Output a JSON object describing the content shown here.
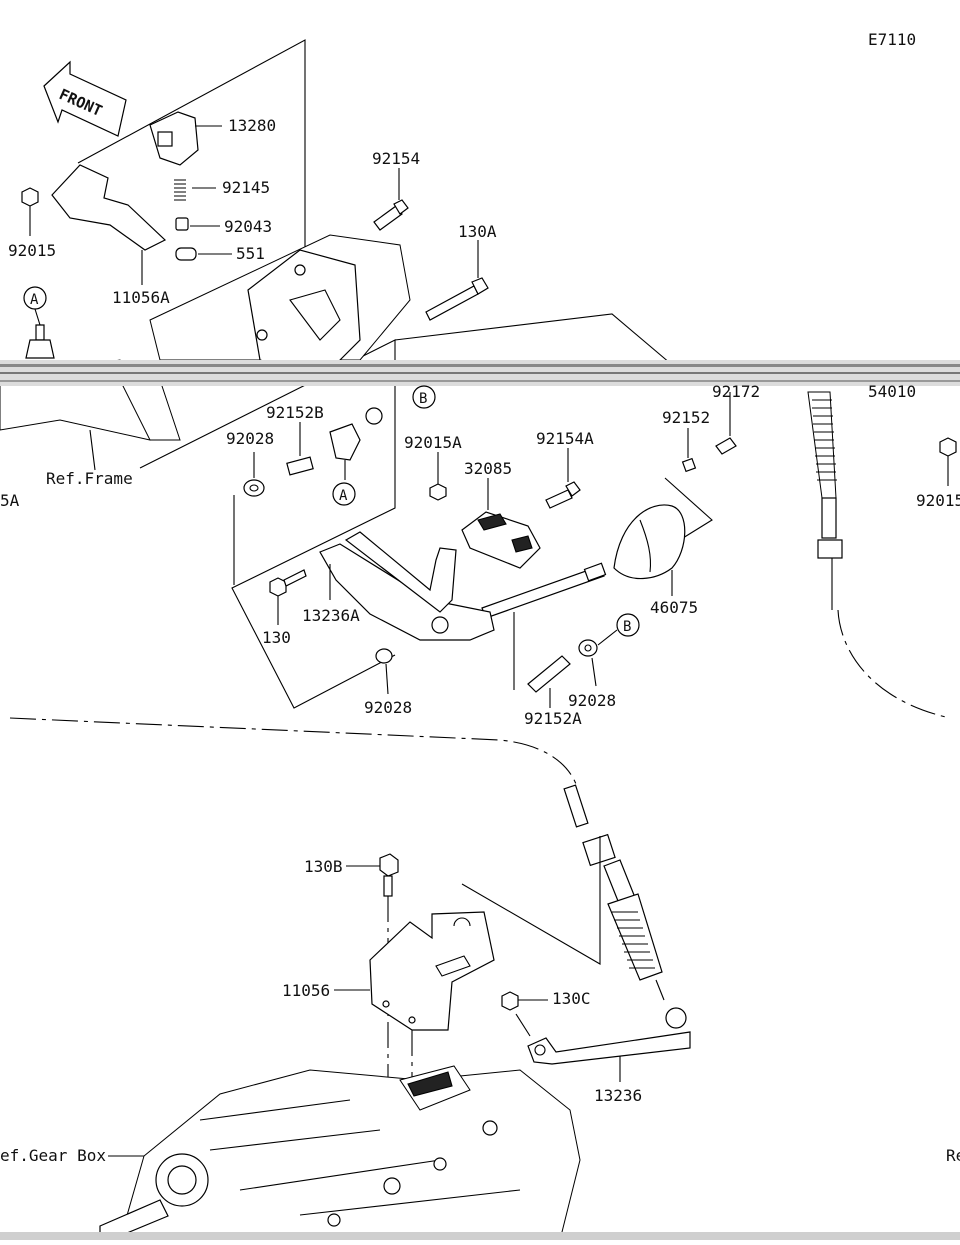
{
  "diagram_code": "E7110",
  "front_label": "FRONT",
  "parts": {
    "p13280": "13280",
    "p92145": "92145",
    "p92043": "92043",
    "p551": "551",
    "p92015_left": "92015",
    "p11056A": "11056A",
    "p92154": "92154",
    "p130A": "130A",
    "p92152B": "92152B",
    "p92028_top": "92028",
    "p92015A": "92015A",
    "p32085": "32085",
    "p92154A": "92154A",
    "p92152": "92152",
    "p92172": "92172",
    "p54010": "54010",
    "p92015_right": "92015",
    "p46075": "46075",
    "p130": "130",
    "p13236A": "13236A",
    "p92028_bottom": "92028",
    "p92028_right": "92028",
    "p92152A": "92152A",
    "p130B": "130B",
    "p11056": "11056",
    "p130C": "130C",
    "p13236": "13236",
    "p5A_edge": "5A"
  },
  "references": {
    "frame": "Ref.Frame",
    "gear_box": "ef.Gear Box",
    "right_edge": "Re"
  },
  "callouts": {
    "A_upper": "A",
    "A_lower": "A",
    "B_upper": "B",
    "B_lower": "B"
  }
}
